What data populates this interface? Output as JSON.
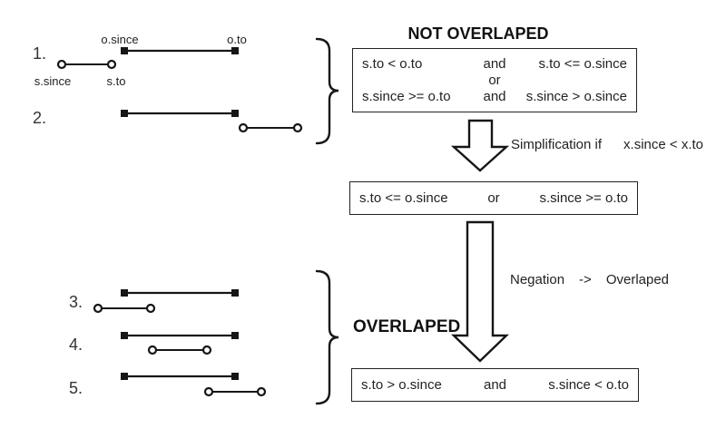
{
  "labels": {
    "o_since": "o.since",
    "o_to": "o.to",
    "s_since": "s.since",
    "s_to": "s.to"
  },
  "cases": {
    "c1": "1.",
    "c2": "2.",
    "c3": "3.",
    "c4": "4.",
    "c5": "5."
  },
  "not_overlapped": {
    "title": "NOT OVERLAPED",
    "row1": {
      "left": "s.to < o.to",
      "op": "and",
      "right": "s.to <= o.since"
    },
    "connector": "or",
    "row2": {
      "left": "s.since >= o.to",
      "op": "and",
      "right": "s.since > o.since"
    }
  },
  "simplification": {
    "label": "Simplification if",
    "condition": "x.since < x.to"
  },
  "simplified": {
    "left": "s.to <= o.since",
    "op": "or",
    "right": "s.since >= o.to"
  },
  "negation": {
    "label": "Negation",
    "arrow": "->",
    "result": "Overlaped"
  },
  "overlapped": {
    "title": "OVERLAPED",
    "box": {
      "left": "s.to > o.since",
      "op": "and",
      "right": "s.since < o.to"
    }
  }
}
